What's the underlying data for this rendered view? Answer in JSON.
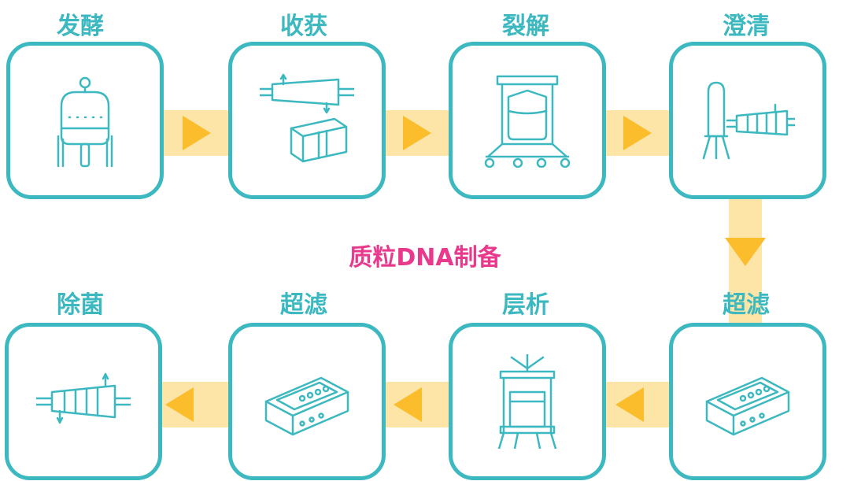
{
  "title": "质粒DNA制备",
  "steps": [
    {
      "label": "发酵",
      "icon": "fermenter-icon"
    },
    {
      "label": "收获",
      "icon": "centrifuge-icon"
    },
    {
      "label": "裂解",
      "icon": "lysis-tank-icon"
    },
    {
      "label": "澄清",
      "icon": "clarification-filter-icon"
    },
    {
      "label": "超滤",
      "icon": "ultrafiltration-cassette-icon"
    },
    {
      "label": "层析",
      "icon": "chromatography-column-icon"
    },
    {
      "label": "超滤",
      "icon": "ultrafiltration-cassette-icon"
    },
    {
      "label": "除菌",
      "icon": "sterile-filter-icon"
    }
  ],
  "colors": {
    "box": "#3cb8c0",
    "arrow_band": "#fde5a8",
    "arrow": "#fbbd2c",
    "title": "#e8398c"
  }
}
